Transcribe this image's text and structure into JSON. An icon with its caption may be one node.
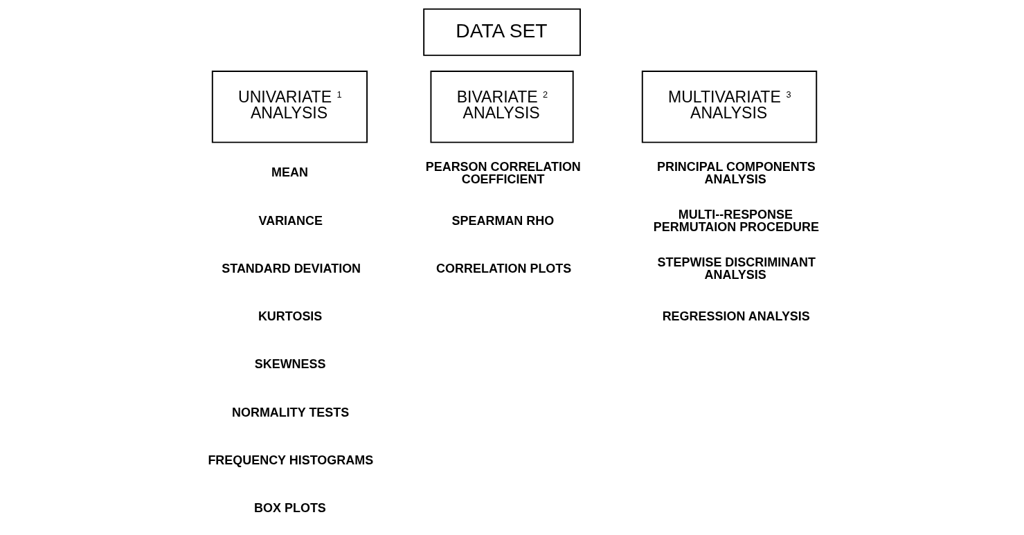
{
  "diagram": {
    "nodes": [
      {
        "text": [
          "DATA SET"
        ]
      },
      {
        "text": [
          "UNIVARIATE $^{1}$ ANALYSIS"
        ]
      },
      {
        "text": [
          "BIVARIATE $^{2}$ ANALYSIS"
        ]
      },
      {
        "text": [
          "MULTIVARIATE $^{3}$ ANALYSIS"
        ]
      }
    ],
    "edges": [],
    "labels": [
      "MEAN",
      "VARIANCE",
      "STANDARD DEVIATION",
      "KURTOSIS",
      "SKEWNESS",
      "NORMALITY TESTS",
      "FREQUENCY HISTOGRAMS",
      "BOX PLOTS",
      "PEARSON CORRELATION COEFFICIENT",
      "SPEARMAN RHO",
      "CORRELATION PLOTS",
      "PRINCIPAL COMPONENTS ANALYSIS",
      "MULTI--RESPONSE PERMUTAION PROCEDURE",
      "STEPWISE DISCRIMINANT ANALYSIS",
      "REGRESSION ANALYSIS"
    ]
  }
}
